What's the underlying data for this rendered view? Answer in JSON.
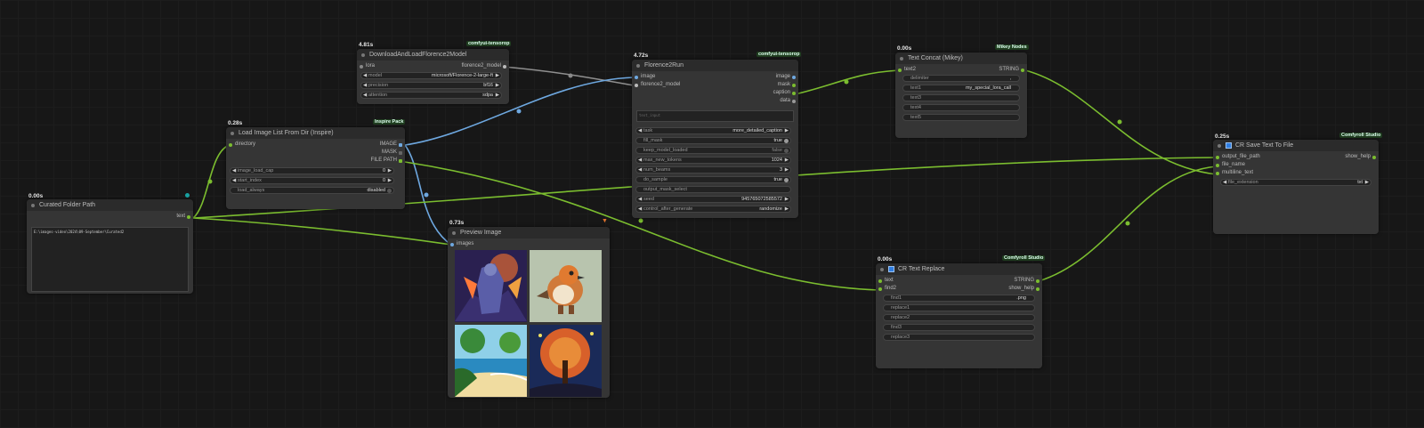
{
  "colors": {
    "accent_green": "#7bbd2f",
    "accent_blue": "#6ea8e0",
    "node_bg": "#353535",
    "canvas_bg": "#171717"
  },
  "nodes": {
    "curated": {
      "time": "0.00s",
      "title": "Curated Folder Path",
      "out": "text",
      "value": "E:\\images-video\\2024\\09-September\\Curated2"
    },
    "loadimg": {
      "time": "0.28s",
      "badge": "Inspire Pack",
      "title": "Load Image List From Dir (Inspire)",
      "in": "directory",
      "outs": [
        "IMAGE",
        "MASK",
        "FILE PATH"
      ],
      "w": [
        {
          "label": "image_load_cap",
          "value": "0"
        },
        {
          "label": "start_index",
          "value": "0"
        },
        {
          "label": "load_always",
          "value": "disabled"
        }
      ]
    },
    "dlflorence": {
      "time": "4.81s",
      "badge": "comfyui-tensorop",
      "title": "DownloadAndLoadFlorence2Model",
      "in": "lora",
      "out": "florence2_model",
      "w": [
        {
          "label": "model",
          "value": "microsoft/Florence-2-large-ft"
        },
        {
          "label": "precision",
          "value": "bf16"
        },
        {
          "label": "attention",
          "value": "sdpa"
        }
      ]
    },
    "florencerun": {
      "time": "4.72s",
      "badge": "comfyui-tensorop",
      "title": "Florence2Run",
      "ins": [
        "image",
        "florence2_model"
      ],
      "outs": [
        "image",
        "mask",
        "caption",
        "data"
      ],
      "text_input": "text_input",
      "w": [
        {
          "label": "task",
          "value": "more_detailed_caption"
        },
        {
          "label": "fill_mask",
          "value": "true"
        },
        {
          "label": "keep_model_loaded",
          "value": "false"
        },
        {
          "label": "max_new_tokens",
          "value": "1024"
        },
        {
          "label": "num_beams",
          "value": "3"
        },
        {
          "label": "do_sample",
          "value": "true"
        },
        {
          "label": "output_mask_select",
          "value": ""
        },
        {
          "label": "seed",
          "value": "945765072585572"
        },
        {
          "label": "control_after_generate",
          "value": "randomize"
        }
      ]
    },
    "preview": {
      "time": "0.73s",
      "title": "Preview Image",
      "in": "images"
    },
    "concat": {
      "time": "0.00s",
      "badge": "Mikey Nodes",
      "title": "Text Concat (Mikey)",
      "in": "text2",
      "out": "STRING",
      "w": [
        {
          "label": "delimiter",
          "value": ","
        },
        {
          "label": "text1",
          "value": "my_special_lora_call"
        },
        {
          "label": "text3",
          "value": ""
        },
        {
          "label": "text4",
          "value": ""
        },
        {
          "label": "text5",
          "value": ""
        }
      ]
    },
    "save": {
      "time": "0.25s",
      "badge": "Comfyroll Studio",
      "title": "CR Save Text To File",
      "ins": [
        "output_file_path",
        "file_name",
        "multiline_text"
      ],
      "out": "show_help",
      "w": [
        {
          "label": "file_extension",
          "value": "txt"
        }
      ]
    },
    "replace": {
      "time": "0.00s",
      "badge": "Comfyroll Studio",
      "title": "CR Text Replace",
      "ins": [
        "text",
        "find2"
      ],
      "outs": [
        "STRING",
        "show_help"
      ],
      "w": [
        {
          "label": "find1",
          "value": ".png"
        },
        {
          "label": "replace1",
          "value": ""
        },
        {
          "label": "replace2",
          "value": ""
        },
        {
          "label": "find3",
          "value": ""
        },
        {
          "label": "replace3",
          "value": ""
        }
      ]
    }
  },
  "preview_images": [
    "armored-warrior-image",
    "robin-bird-image",
    "beach-landscape-image",
    "autumn-tree-image"
  ]
}
